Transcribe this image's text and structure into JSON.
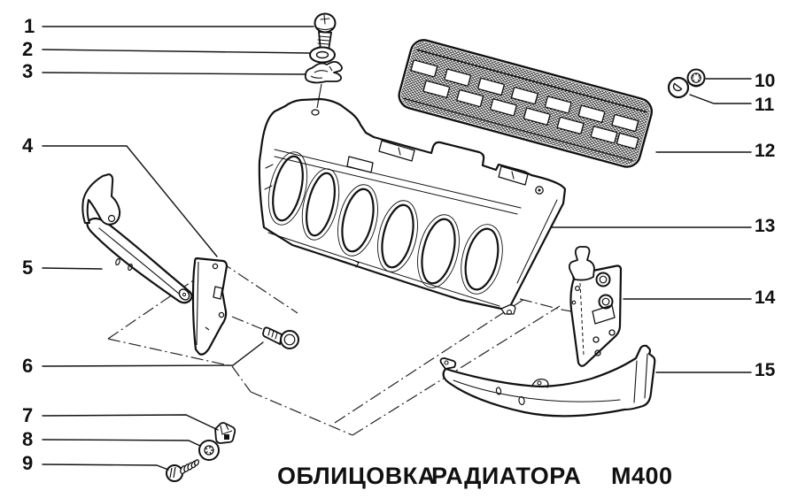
{
  "diagram": {
    "caption": {
      "word_1": "ОБЛИЦОВКА",
      "word_2": "РАДИАТОРА",
      "model_code": "М400"
    },
    "callouts_left": [
      "1",
      "2",
      "3",
      "4",
      "5",
      "6",
      "7",
      "8",
      "9"
    ],
    "callouts_right": [
      "10",
      "11",
      "12",
      "13",
      "14",
      "15"
    ]
  },
  "colors": {
    "ink": "#111111",
    "paper": "#ffffff"
  }
}
